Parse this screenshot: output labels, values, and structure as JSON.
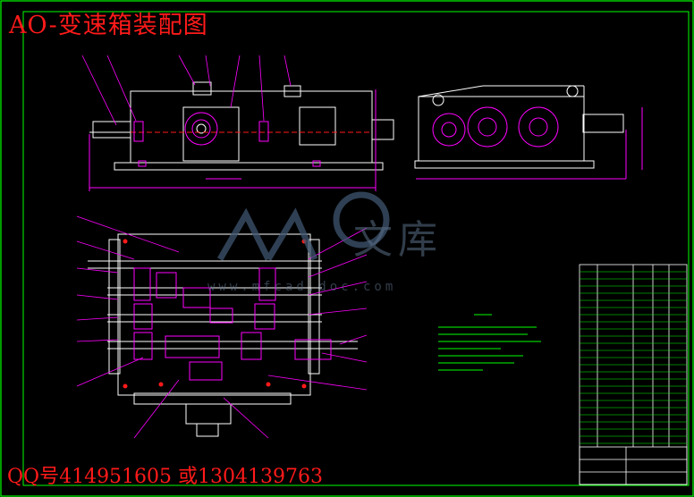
{
  "header": {
    "title": "AO-变速箱装配图"
  },
  "footer": {
    "contact": "QQ号414951605 或1304139763"
  },
  "watermark": {
    "text": "文库",
    "url": "www.mfcad.doc.com"
  },
  "colors": {
    "background": "#000000",
    "outline": "#ffffff",
    "dimension": "#ff00ff",
    "frame": "#00ff00",
    "annotation": "#ff1a1a",
    "watermark": "#3f5670"
  }
}
